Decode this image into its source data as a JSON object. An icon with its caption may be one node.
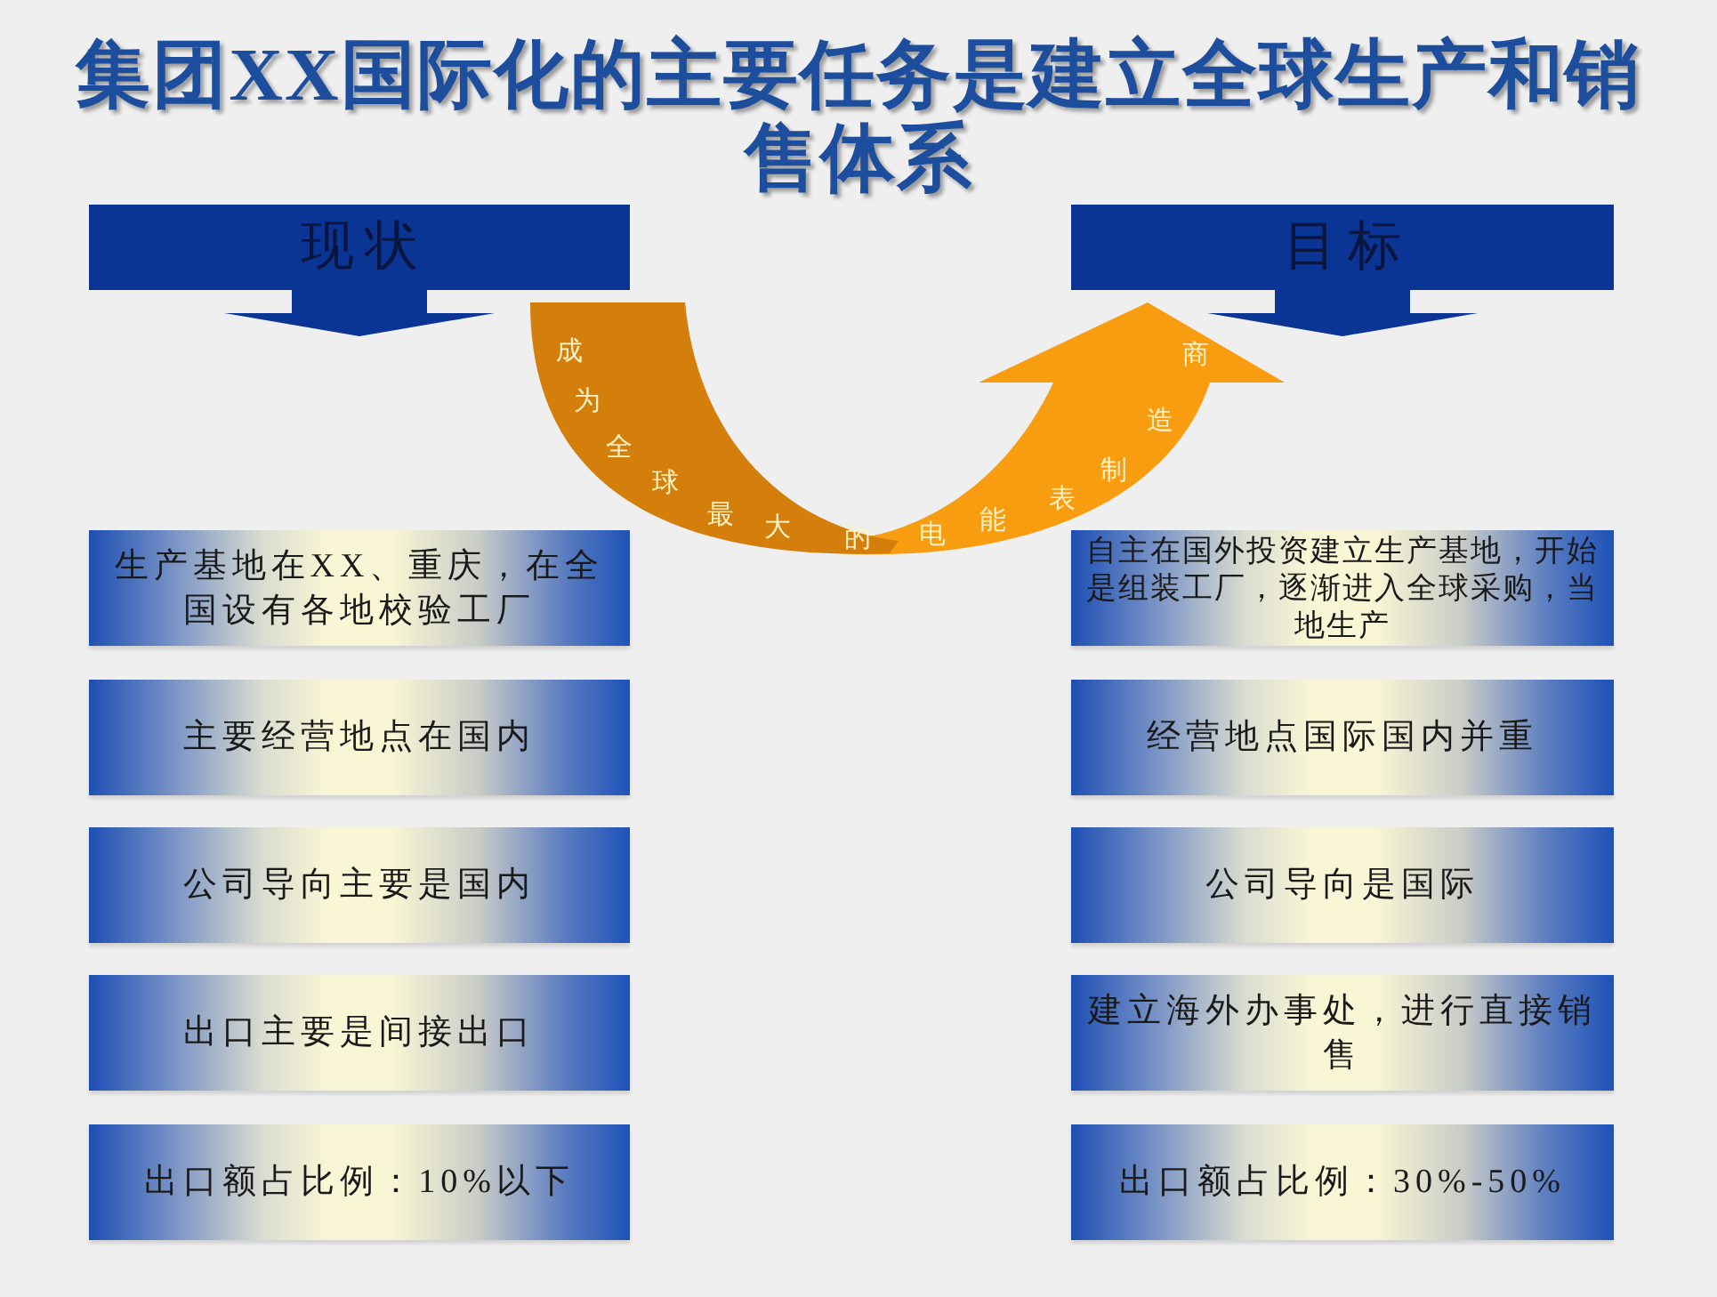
{
  "diagram": {
    "title": "集团XX国际化的主要任务是建立全球生产和销售体系",
    "nodes": [
      {
        "text": [
          "现状"
        ]
      },
      {
        "text": [
          "成为全球最大的电能表制造商"
        ]
      },
      {
        "text": [
          "目标"
        ]
      },
      {
        "text": [
          "生产基地在XX、重庆，在全国设有各地校验工厂"
        ]
      },
      {
        "text": [
          "主要经营地点在国内"
        ]
      },
      {
        "text": [
          "公司导向主要是国内"
        ]
      },
      {
        "text": [
          "出口主要是间接出口"
        ]
      },
      {
        "text": [
          "出口额占比例：10%以下"
        ]
      },
      {
        "text": [
          "自主在国外投资建立生产基地，开始是组装工厂，逐渐进入全球采购，当地生产"
        ]
      },
      {
        "text": [
          "经营地点国际国内并重"
        ]
      },
      {
        "text": [
          "公司导向是国际"
        ]
      },
      {
        "text": [
          "建立海外办事处，进行直接销售"
        ]
      },
      {
        "text": [
          "出口额占比例：30%-50%"
        ]
      }
    ],
    "edges": [
      {
        "from": 0,
        "to": null,
        "arrow": "to"
      },
      {
        "from": 2,
        "to": null,
        "arrow": "to"
      }
    ]
  }
}
